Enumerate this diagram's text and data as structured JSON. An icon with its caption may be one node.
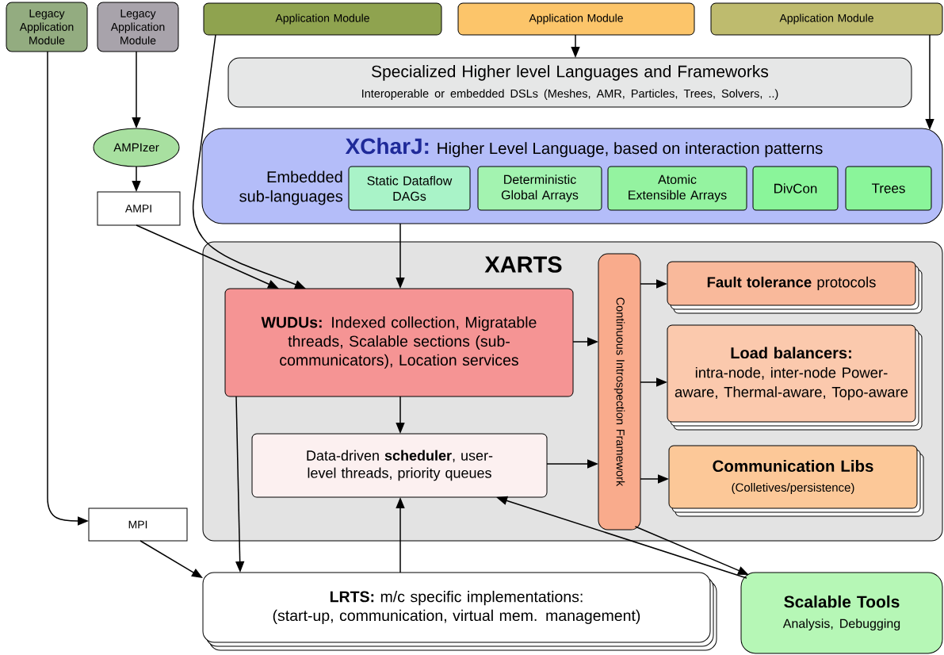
{
  "diagram": {
    "nodes": [
      {
        "text": [
          "Legacy Application Module"
        ]
      },
      {
        "text": [
          "Legacy Application Module"
        ]
      },
      {
        "text": [
          "Application Module"
        ]
      },
      {
        "text": [
          "Application Module"
        ]
      },
      {
        "text": [
          "Application Module"
        ]
      },
      {
        "text": [
          "Specialized Higher level Languages and Frameworks",
          "Interoperable or embedded DSLs (Meshes, AMR, Particles, Trees, Solvers, ..)"
        ]
      },
      {
        "text": [
          "XCharJ:",
          "Higher Level Language, based on interaction patterns",
          "Embedded sub-languages"
        ]
      },
      {
        "text": [
          "Static Dataflow DAGs"
        ],
        "in": 6
      },
      {
        "text": [
          "Deterministic Global Arrays"
        ],
        "in": 6
      },
      {
        "text": [
          "Atomic Extensible Arrays"
        ],
        "in": 6
      },
      {
        "text": [
          "DivCon"
        ],
        "in": 6
      },
      {
        "text": [
          "Trees"
        ],
        "in": 6
      },
      {
        "text": [
          "AMPIzer"
        ]
      },
      {
        "text": [
          "AMPI"
        ]
      },
      {
        "text": [
          "XARTS"
        ]
      },
      {
        "text": [
          "**WUDUs:** Indexed collection, Migratable threads, Scalable sections (sub-communicators), Location services"
        ],
        "in": 14
      },
      {
        "text": [
          "Data-driven **scheduler**, user-level threads, priority queues"
        ],
        "in": 14
      },
      {
        "text": [
          "Continuous Introspection Framework"
        ],
        "in": 14
      },
      {
        "text": [
          "**Fault tolerance** protocols"
        ],
        "in": 14
      },
      {
        "text": [
          "Load balancers:",
          "intra-node, inter-node Power-aware, Thermal-aware, Topo-aware"
        ],
        "in": 14
      },
      {
        "text": [
          "Communication Libs",
          "(Colletives/persistence)"
        ],
        "in": 14
      },
      {
        "text": [
          "MPI"
        ]
      },
      {
        "text": [
          "**LRTS:** m/c specific implementations:",
          "(start-up, communication, virtual mem. management)"
        ]
      },
      {
        "text": [
          "Scalable Tools",
          "Analysis, Debugging"
        ]
      }
    ],
    "edges": [
      {
        "from": 0,
        "to": 21,
        "arrow": "to"
      },
      {
        "from": 1,
        "to": 12,
        "arrow": "to"
      },
      {
        "from": 12,
        "to": 13,
        "arrow": "to"
      },
      {
        "from": 13,
        "to": 15,
        "arrow": "to"
      },
      {
        "from": 2,
        "to": 15,
        "arrow": "to"
      },
      {
        "from": 3,
        "to": 5,
        "arrow": "to"
      },
      {
        "from": 4,
        "to": 6,
        "arrow": "to"
      },
      {
        "from": 6,
        "to": 15,
        "arrow": "to"
      },
      {
        "from": 15,
        "to": 16,
        "arrow": "to"
      },
      {
        "from": 15,
        "to": 17,
        "arrow": "to"
      },
      {
        "from": 16,
        "to": 17,
        "arrow": "to"
      },
      {
        "from": 17,
        "to": 18,
        "arrow": "to"
      },
      {
        "from": 17,
        "to": 19,
        "arrow": "to"
      },
      {
        "from": 17,
        "to": 20,
        "arrow": "to"
      },
      {
        "from": 15,
        "to": 22,
        "arrow": "to"
      },
      {
        "from": 21,
        "to": 22,
        "arrow": "to"
      },
      {
        "from": 22,
        "to": 16,
        "arrow": "to"
      },
      {
        "from": 23,
        "to": 16,
        "arrow": "to"
      },
      {
        "from": 17,
        "to": 23,
        "arrow": "to"
      }
    ]
  }
}
